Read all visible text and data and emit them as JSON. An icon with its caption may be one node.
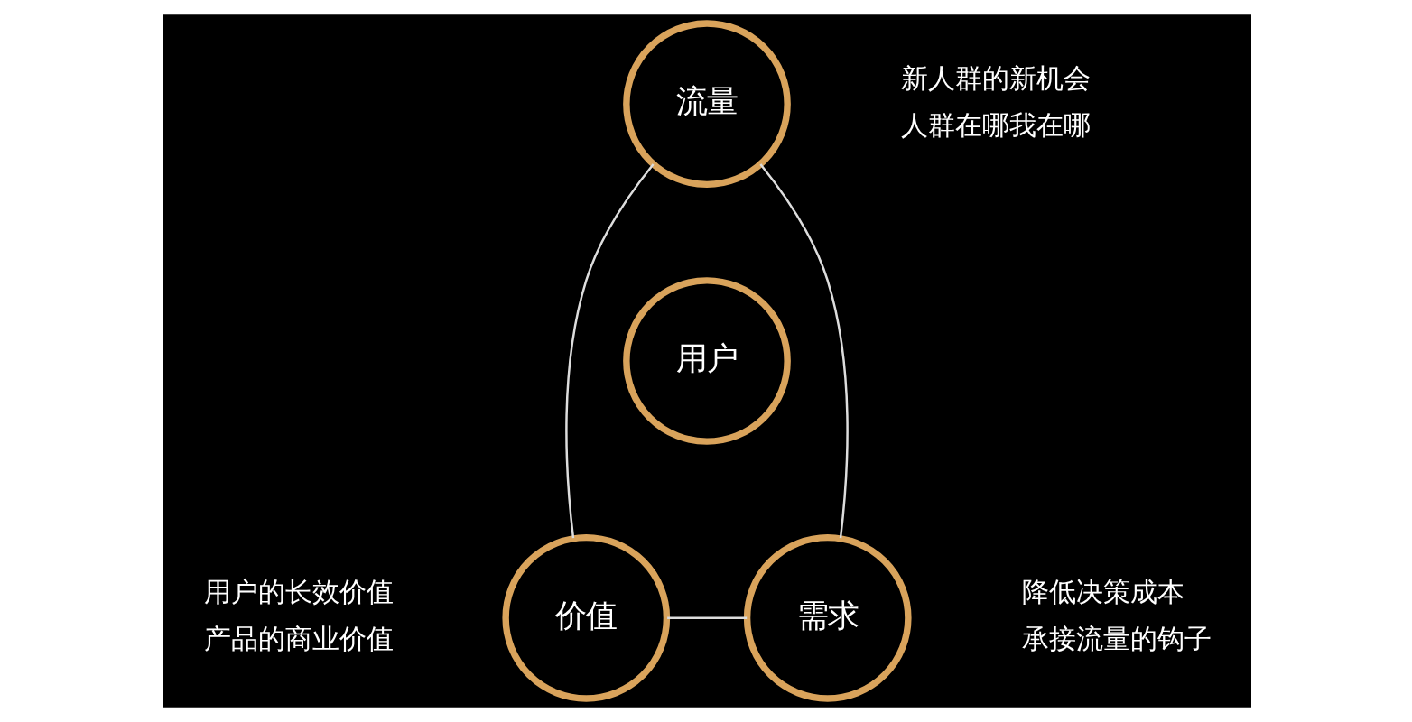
{
  "diagram": {
    "nodes": [
      {
        "text": [
          "流量"
        ],
        "beside": [
          "新人群的新机会",
          "人群在哪我在哪"
        ]
      },
      {
        "text": [
          "用户"
        ]
      },
      {
        "text": [
          "价值"
        ],
        "beside": [
          "用户的长效价值",
          "产品的商业价值"
        ]
      },
      {
        "text": [
          "需求"
        ],
        "beside": [
          "降低决策成本",
          "承接流量的钩子"
        ]
      }
    ],
    "edges": [
      {
        "from": 0,
        "to": 3,
        "arrow": "none"
      },
      {
        "from": 2,
        "to": 3,
        "arrow": "none"
      },
      {
        "from": 2,
        "to": 0,
        "arrow": "none"
      }
    ]
  }
}
